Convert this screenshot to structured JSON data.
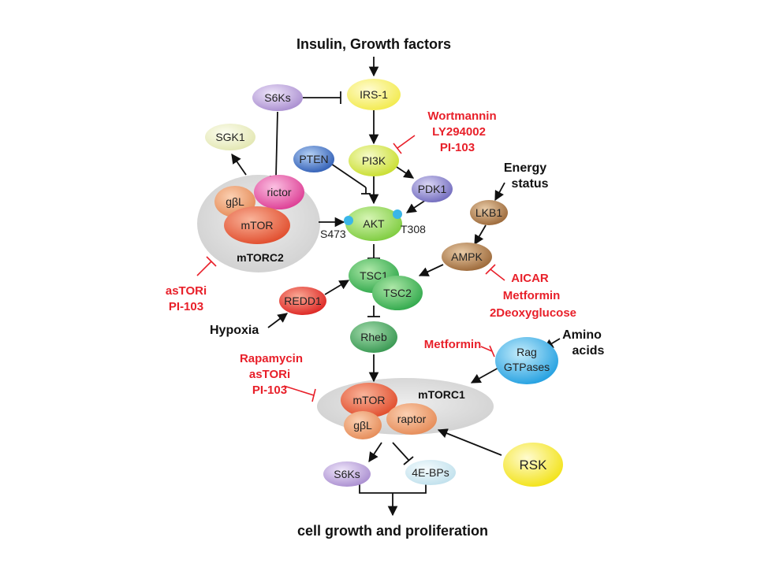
{
  "header": {
    "input_title": "Insulin, Growth factors"
  },
  "footer": {
    "output": "cell growth  and   proliferation"
  },
  "nodes": {
    "irs1": "IRS-1",
    "s6ks_top": "S6Ks",
    "sgk1": "SGK1",
    "pten": "PTEN",
    "pi3k": "PI3K",
    "pdk1": "PDK1",
    "akt": "AKT",
    "s473": "S473",
    "t308": "T308",
    "gbl_c2": "gβL",
    "rictor": "rictor",
    "mtor_c2": "mTOR",
    "lkb1": "LKB1",
    "ampk": "AMPK",
    "tsc1": "TSC1",
    "tsc2": "TSC2",
    "redd1": "REDD1",
    "rheb": "Rheb",
    "rag_line1": "Rag",
    "rag_line2": "GTPases",
    "mtor_c1": "mTOR",
    "gbl_c1": "gβL",
    "raptor": "raptor",
    "rsk": "RSK",
    "s6ks_bottom": "S6Ks",
    "4ebps": "4E-BPs"
  },
  "complexes": {
    "mtorc2": "mTORC2",
    "mtorc1": "mTORC1"
  },
  "inputs": {
    "energy_line1": "Energy",
    "energy_line2": "status",
    "hypoxia": "Hypoxia",
    "amino_line1": "Amino",
    "amino_line2": "acids"
  },
  "inhibitors": {
    "pi3k_group": [
      "Wortmannin",
      "LY294002",
      "PI-103"
    ],
    "mtorc2_group": [
      "asTORi",
      "PI-103"
    ],
    "ampk_group": [
      "AICAR",
      "Metformin",
      "2Deoxyglucose"
    ],
    "rag_group": [
      "Metformin"
    ],
    "mtorc1_group": [
      "Rapamycin",
      "asTORi",
      "PI-103"
    ]
  },
  "colors": {
    "inhibitor_text": "#e8202a",
    "complex_background": "#d8d8d8",
    "irs1": "#f2ea4a",
    "pi3k": "#d9e84a",
    "akt": "#8fd24a",
    "tsc": "#3cb64a",
    "rheb": "#3fa45a",
    "mtor": "#e8573a",
    "rictor": "#e74aa0",
    "redd1": "#e8302a",
    "pten": "#3a6cc4",
    "pdk1": "#7f78c9",
    "lkb1": "#9e6a3a",
    "ampk": "#a8774a",
    "rag": "#2aa8e8",
    "rsk": "#f6e81a",
    "s6ks": "#b49ad6",
    "4ebps": "#cfe8f2",
    "sgk1": "#eff2c8",
    "phospho_dot": "#3ab6e8"
  }
}
